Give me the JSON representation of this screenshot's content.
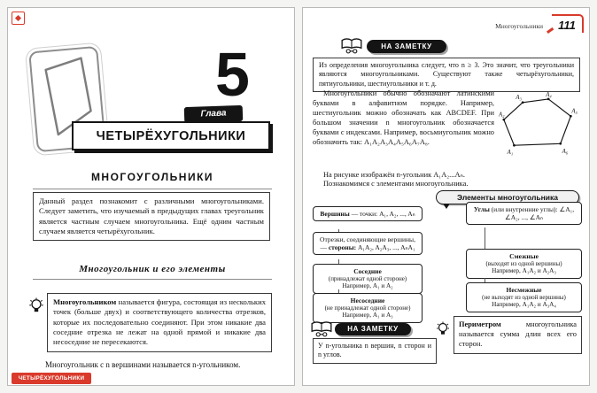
{
  "colors": {
    "accent_red": "#d93a2b",
    "pill_black": "#141414"
  },
  "icons": {
    "note": "open-book-icon",
    "tip": "lightbulb-icon",
    "chapter_card": "quadrilateral-figure"
  },
  "left_page": {
    "chapter_label": "Глава",
    "chapter_number": "5",
    "chapter_title": "ЧЕТЫРЁХУГОЛЬНИКИ",
    "section_title": "МНОГОУГОЛЬНИКИ",
    "intro_text": "Данный раздел познакомит с различными многоугольниками. Следует заметить, что изучаемый в предыдущих главах треугольник является частным случаем многоугольника. Ещё одним частным случаем является четырёхугольник.",
    "subsection_title": "Многоугольник и его элементы",
    "definition_lead": "Многоугольником",
    "definition_rest": " называется фигура, состоящая из нескольких точек (больше двух) и соответствующего количества отрезков, которые их последовательно соединяют. При этом никакие два соседние отрезка не лежат на одной прямой и никакие два несоседние не пересекаются.",
    "n_note": "Многоугольник с n вершинами называется n-угольником.",
    "footer_tab": "ЧЕТЫРЁХУГОЛЬНИКИ"
  },
  "right_page": {
    "running_header": "Многоугольники",
    "page_number": "111",
    "note_label": "НА ЗАМЕТКУ",
    "note1": "Из определения многоугольника следует, что n ≥ 3. Это значит, что треугольники являются многоугольниками. Существуют также четырёхугольники, пятиугольники, шестиугольники и т. д.",
    "body": "Многоугольники обычно обозначают латинскими буквами в алфавитном порядке. Например, шестиугольник можно обозначать как ABCDEF. При большом значении n многоугольник обозначается буквами с индексами. Например, восьмиугольник можно обозначить так: A₁A₂A₃A₄A₅A₆A₇A₈.",
    "figure_labels": [
      "A₁",
      "A₂",
      "A₃",
      "A₄",
      "A₅",
      "A₆"
    ],
    "figure_caption": "На рисунке изображён n-угольник A₁A₂...Aₙ.",
    "lead_in": "Познакомимся с элементами многоугольника.",
    "elements_pill": "Элементы многоугольника",
    "diagram": {
      "vertices": {
        "title": "Вершины",
        "text": " — точки: A₁, A₂, ..., Aₙ"
      },
      "angles": {
        "title": "Углы",
        "text": " (или внутренние углы): ∠A₁, ∠A₂, ..., ∠Aₙ"
      },
      "sides": {
        "pre": "Отрезки, соединяющие вершины, — ",
        "title": "стороны:",
        "text": " A₁A₂, A₂A₃, ..., AₙA₁"
      },
      "adjacent_vertices": {
        "title": "Соседние",
        "sub": "(принадлежат одной стороне)",
        "example": "Например, A₁ и A₂"
      },
      "adjacent_sides": {
        "title": "Смежные",
        "sub": "(выходят из одной вершины)",
        "example": "Например, A₁A₂ и A₂A₃"
      },
      "nonadjacent_vertices": {
        "title": "Несоседние",
        "sub": "(не принадлежат одной стороне)",
        "example": "Например, A₁ и A₃"
      },
      "nonadjacent_sides": {
        "title": "Несмежные",
        "sub": "(не выходят из одной вершины)",
        "example": "Например, A₁A₂ и A₃A₄"
      }
    },
    "note2": "У n-угольника n вершин, n сторон и n углов.",
    "perimeter_lead": "Периметром",
    "perimeter_rest": " многоугольника называется сумма длин всех его сторон."
  }
}
